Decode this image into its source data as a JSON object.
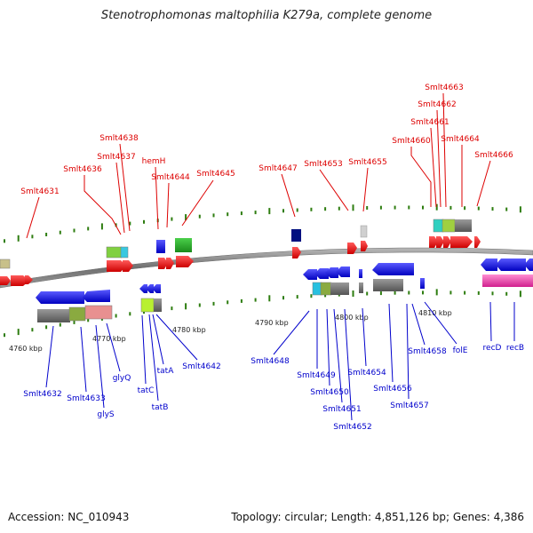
{
  "title": "Stenotrophomonas maltophilia K279a, complete genome",
  "accession_text": "Accession: NC_010943",
  "summary_text": "Topology: circular; Length: 4,851,126 bp; Genes: 4,386",
  "colors": {
    "forward_label": "#dd0000",
    "reverse_label": "#0000cc",
    "axis": "#808080",
    "ticks": "#2e7d10"
  },
  "scale_labels": [
    "4760 kbp",
    "4770 kbp",
    "4780 kbp",
    "4790 kbp",
    "4800 kbp",
    "4810 kbp"
  ],
  "forward_genes": [
    "Smlt4631",
    "Smlt4636",
    "Smlt4637",
    "Smlt4638",
    "hemH",
    "Smlt4644",
    "Smlt4645",
    "Smlt4647",
    "Smlt4653",
    "Smlt4655",
    "Smlt4660",
    "Smlt4661",
    "Smlt4662",
    "Smlt4663",
    "Smlt4664",
    "Smlt4666"
  ],
  "reverse_genes": [
    "Smlt4632",
    "Smlt4633",
    "glyS",
    "glyQ",
    "tatC",
    "tatB",
    "tatA",
    "Smlt4642",
    "Smlt4648",
    "Smlt4649",
    "Smlt4650",
    "Smlt4651",
    "Smlt4652",
    "Smlt4654",
    "Smlt4656",
    "Smlt4657",
    "Smlt4658",
    "folE",
    "recD",
    "recB"
  ]
}
